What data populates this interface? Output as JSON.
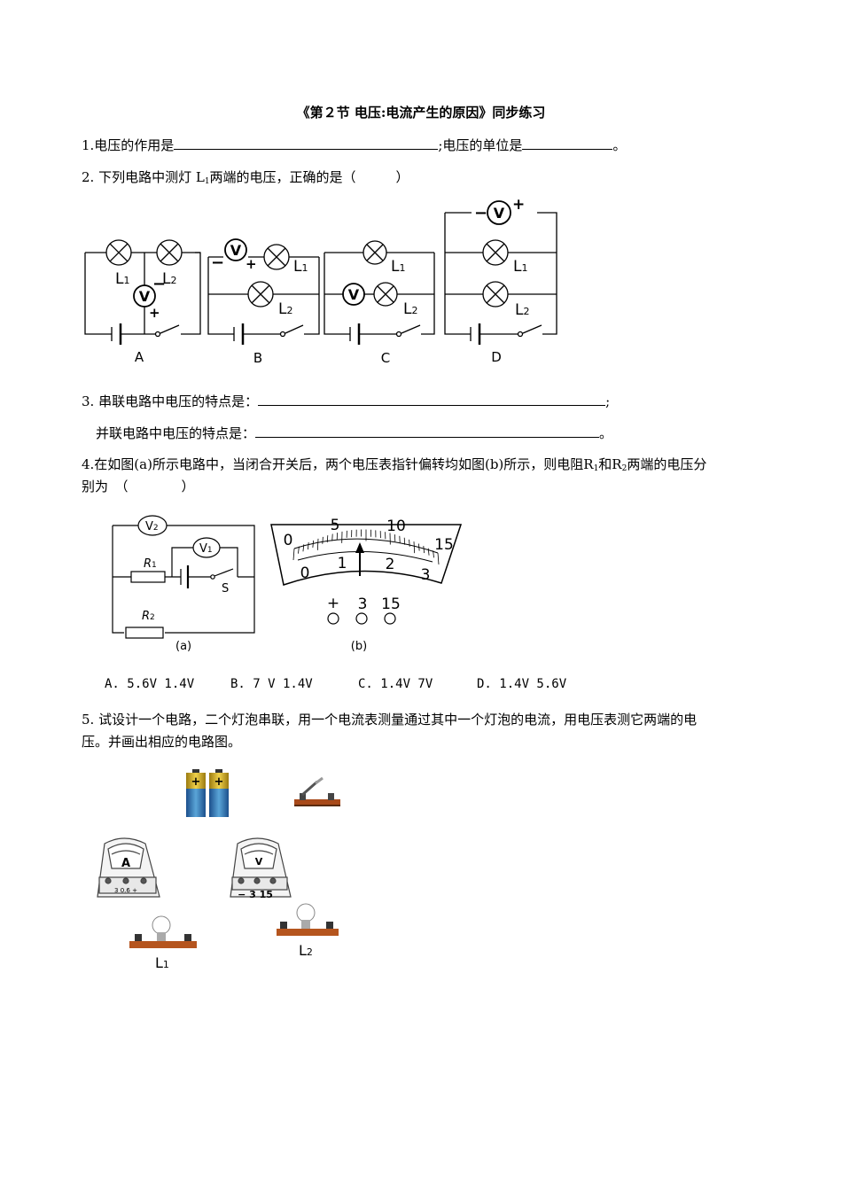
{
  "title": "《第２节 电压:电流产生的原因》同步练习",
  "q1": {
    "pre": "1.电压的作用是",
    "mid": ";电压的单位是",
    "post": "。"
  },
  "q2": {
    "pre": "2. 下列电路中测灯 L",
    "sub": "1",
    "post": "两端的电压，正确的是（　　　）"
  },
  "q2_labels": {
    "a": "A",
    "b": "B",
    "c": "C",
    "d": "D",
    "v": "V",
    "l": "L",
    "one": "1",
    "two": "2",
    "minus": "−",
    "plus": "+"
  },
  "q3": {
    "line1": "3. 串联电路中电压的特点是：",
    "end1": ";",
    "line2": "并联电路中电压的特点是：",
    "end2": "。"
  },
  "q4": {
    "line1_pre": "4.在如图(a)所示电路中，当闭合开关后，两个电压表指针偏转均如图(b)所示，则电阻R",
    "r1sub": "1",
    "line1_mid": "和R",
    "r2sub": "2",
    "line1_post": "两端的电压分",
    "line2": "别为　（　　　　）"
  },
  "fig_a": {
    "v2": "V",
    "v2sub": "2",
    "v1": "V",
    "v1sub": "1",
    "r1": "R",
    "r1sub": "1",
    "r2": "R",
    "r2sub": "2",
    "s": "S",
    "caption": "(a)"
  },
  "fig_b": {
    "top": [
      "0",
      "5",
      "10",
      "15"
    ],
    "bottom": [
      "0",
      "1",
      "2",
      "3"
    ],
    "terminals": [
      "+",
      "3",
      "15"
    ],
    "caption": "(b)"
  },
  "q4_options": [
    "A. 5.6V  1.4V",
    "B. 7 V  1.4V",
    "C. 1.4V  7V",
    "D. 1.4V  5.6V"
  ],
  "q5": {
    "line1": "5. 试设计一个电路，二个灯泡串联，用一个电流表测量通过其中一个灯泡的电流，用电压表测它两端的电",
    "line2": "压。并画出相应的电路图。"
  },
  "q5_figs": {
    "ammeter": "A",
    "ammeter_scale": "3 0.6 +",
    "voltmeter": "V",
    "voltmeter_scale": "− 3 15",
    "l1": "L",
    "l1sub": "1",
    "l2": "L",
    "l2sub": "2"
  }
}
